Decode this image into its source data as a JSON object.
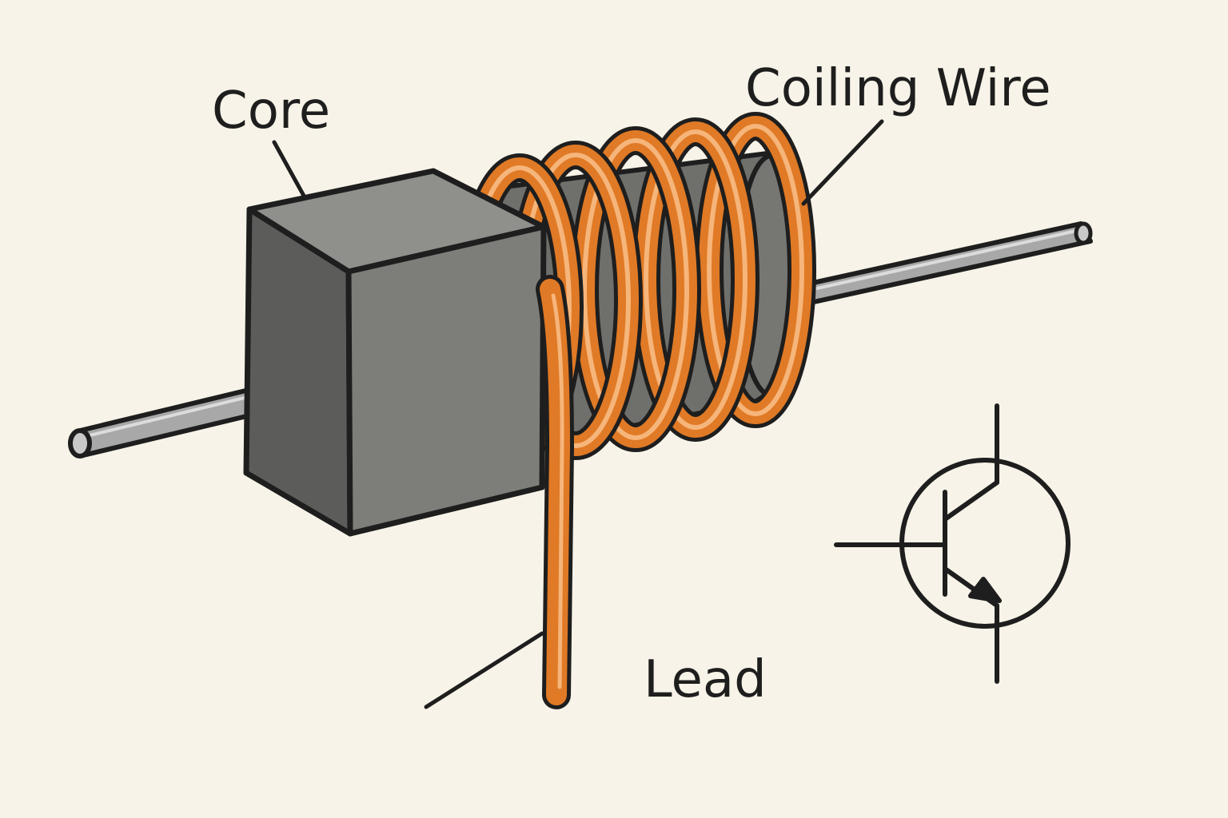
{
  "labels": {
    "core": "Core",
    "coiling_wire": "Coiling Wire",
    "lead": "Lead"
  },
  "colors": {
    "background": "#f8f3e8",
    "outline": "#1e1e1e",
    "core_gray": "#7d7d7a",
    "rod_gray": "#bdbdbd",
    "copper": "#e07a26",
    "copper_highlight": "#f6b57a"
  },
  "symbol": "npn-transistor"
}
